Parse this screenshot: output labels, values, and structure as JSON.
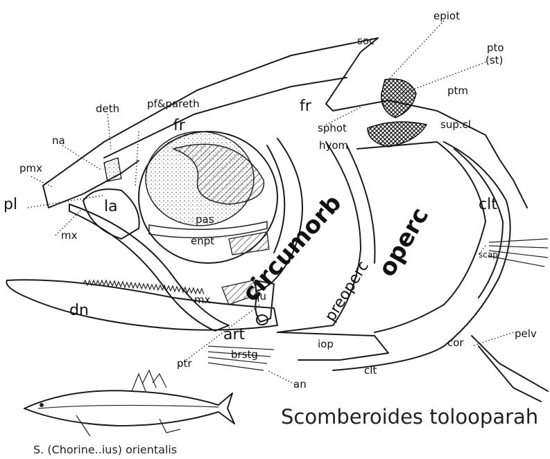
{
  "diagram": {
    "title": "Scomberoides tolooparah",
    "inset_caption": "S. (Chorine..ius) orientalis",
    "labels": {
      "epiot": "epiot",
      "soc": "soc",
      "pto": "pto",
      "st": "(st)",
      "ptm": "ptm",
      "fr_upper": "fr",
      "fr_lower": "fr",
      "pf_pareth": "pf&pareth",
      "deth": "deth",
      "na": "na",
      "pmx": "pmx",
      "sphot": "sphot",
      "hyom": "hyom",
      "supcl": "sup.cl",
      "clt_upper": "clt",
      "la": "la",
      "pl": "pl",
      "mx_upper": "mx",
      "pas": "pas",
      "enpt": "enpt",
      "circumorb": "circumorb",
      "operc": "operc",
      "preoperc": "preoperc",
      "scap": "scap",
      "qu": "qu",
      "mx_lower": "mx",
      "dn": "dn",
      "art": "art",
      "ptr": "ptr",
      "brstg": "brstg",
      "an": "an",
      "iop": "iop",
      "clt_lower": "clt",
      "cor": "cor",
      "pelv": "pelv"
    }
  }
}
